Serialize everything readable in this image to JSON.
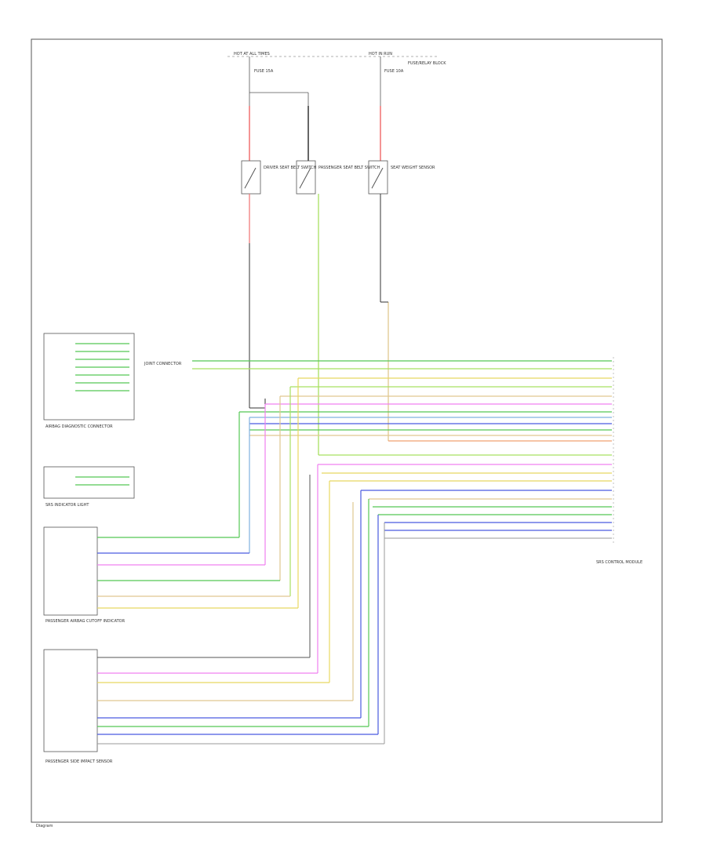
{
  "frame_label": "Diagram",
  "power_sources": [
    {
      "name": "HOT AT ALL TIMES",
      "fuse": "FUSE 15A"
    },
    {
      "name": "HOT IN RUN",
      "fuse": "FUSE 10A",
      "note": "FUSE/RELAY BLOCK"
    }
  ],
  "switches": [
    {
      "name": "DRIVER SEAT BELT SWITCH"
    },
    {
      "name": "PASSENGER SEAT BELT SWITCH"
    },
    {
      "name": "SEAT WEIGHT SENSOR"
    }
  ],
  "left_components": [
    {
      "name": "AIRBAG DIAGNOSTIC CONNECTOR"
    },
    {
      "name": "SRS INDICATOR LIGHT"
    },
    {
      "name": "PASSENGER AIRBAG CUTOFF INDICATOR"
    },
    {
      "name": "PASSENGER SIDE IMPACT SENSOR"
    }
  ],
  "right_component": {
    "name": "SRS CONTROL MODULE"
  },
  "mid_label": "JOINT CONNECTOR",
  "colors": {
    "green": "#55c855",
    "light_green": "#a8e060",
    "yellow": "#e8d860",
    "tan": "#e0c890",
    "blue": "#4a5ae0",
    "light_blue": "#80b0e0",
    "pink": "#f080f0",
    "red": "#f07070",
    "orange": "#f0a070",
    "black": "#333333",
    "gray": "#999999"
  }
}
